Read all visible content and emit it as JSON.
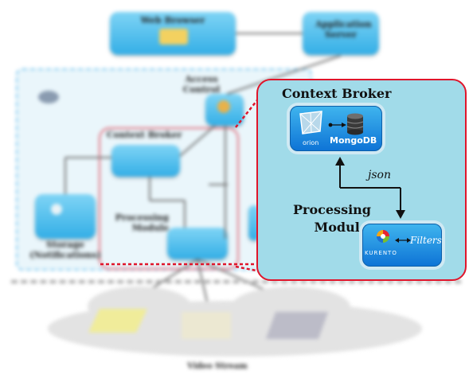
{
  "background": {
    "web_browser": "Web Browser",
    "application_server": "Application Server",
    "access_control": "Access Control",
    "context_broker": "Context Broker",
    "processing_module": "Processing Module",
    "storage": "Storage (Notifications)",
    "video_stream": "Video Stream"
  },
  "zoom": {
    "context_broker_title": "Context Broker",
    "orion_label": "orion",
    "mongodb_label": "MongoDB",
    "json_label": "json",
    "processing_module_title": "Processing Module",
    "kurento_label": "KURENTO",
    "filters_label": "Filters"
  },
  "colors": {
    "highlight_red": "#e0152b",
    "panel_cyan": "#a1dbe9",
    "node_blue": "#1b8ee0"
  }
}
